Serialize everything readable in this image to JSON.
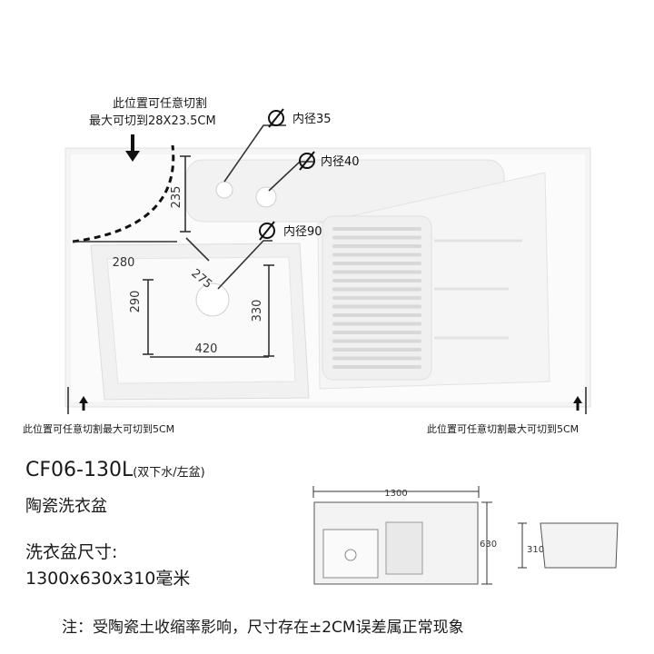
{
  "annotations": {
    "cut_note_line1": "此位置可任意切割",
    "cut_note_line2": "最大可切到28X23.5CM",
    "hole_small": "内径35",
    "hole_medium": "内径40",
    "hole_drain": "内径90",
    "dim_235": "235",
    "dim_280": "280",
    "dim_275": "275",
    "dim_290": "290",
    "dim_330": "330",
    "dim_420": "420",
    "cut_left_note": "此位置可任意切割最大可切到5CM",
    "cut_right_note": "此位置可任意切割最大可切到5CM"
  },
  "product": {
    "model": "CF06-130L",
    "model_suffix": "(双下水/左盆)",
    "name": "陶瓷洗衣盆",
    "size_label": "洗衣盆尺寸:",
    "size_value": "1300x630x310毫米"
  },
  "thumbnail": {
    "width_label": "1300",
    "depth_label": "630",
    "height_label": "310"
  },
  "footnote": "注：受陶瓷土收缩率影响，尺寸存在±2CM误差属正常现象",
  "colors": {
    "sink_body": "#f7f7f7",
    "line": "#222222",
    "shadow": "#e6e6e6"
  }
}
